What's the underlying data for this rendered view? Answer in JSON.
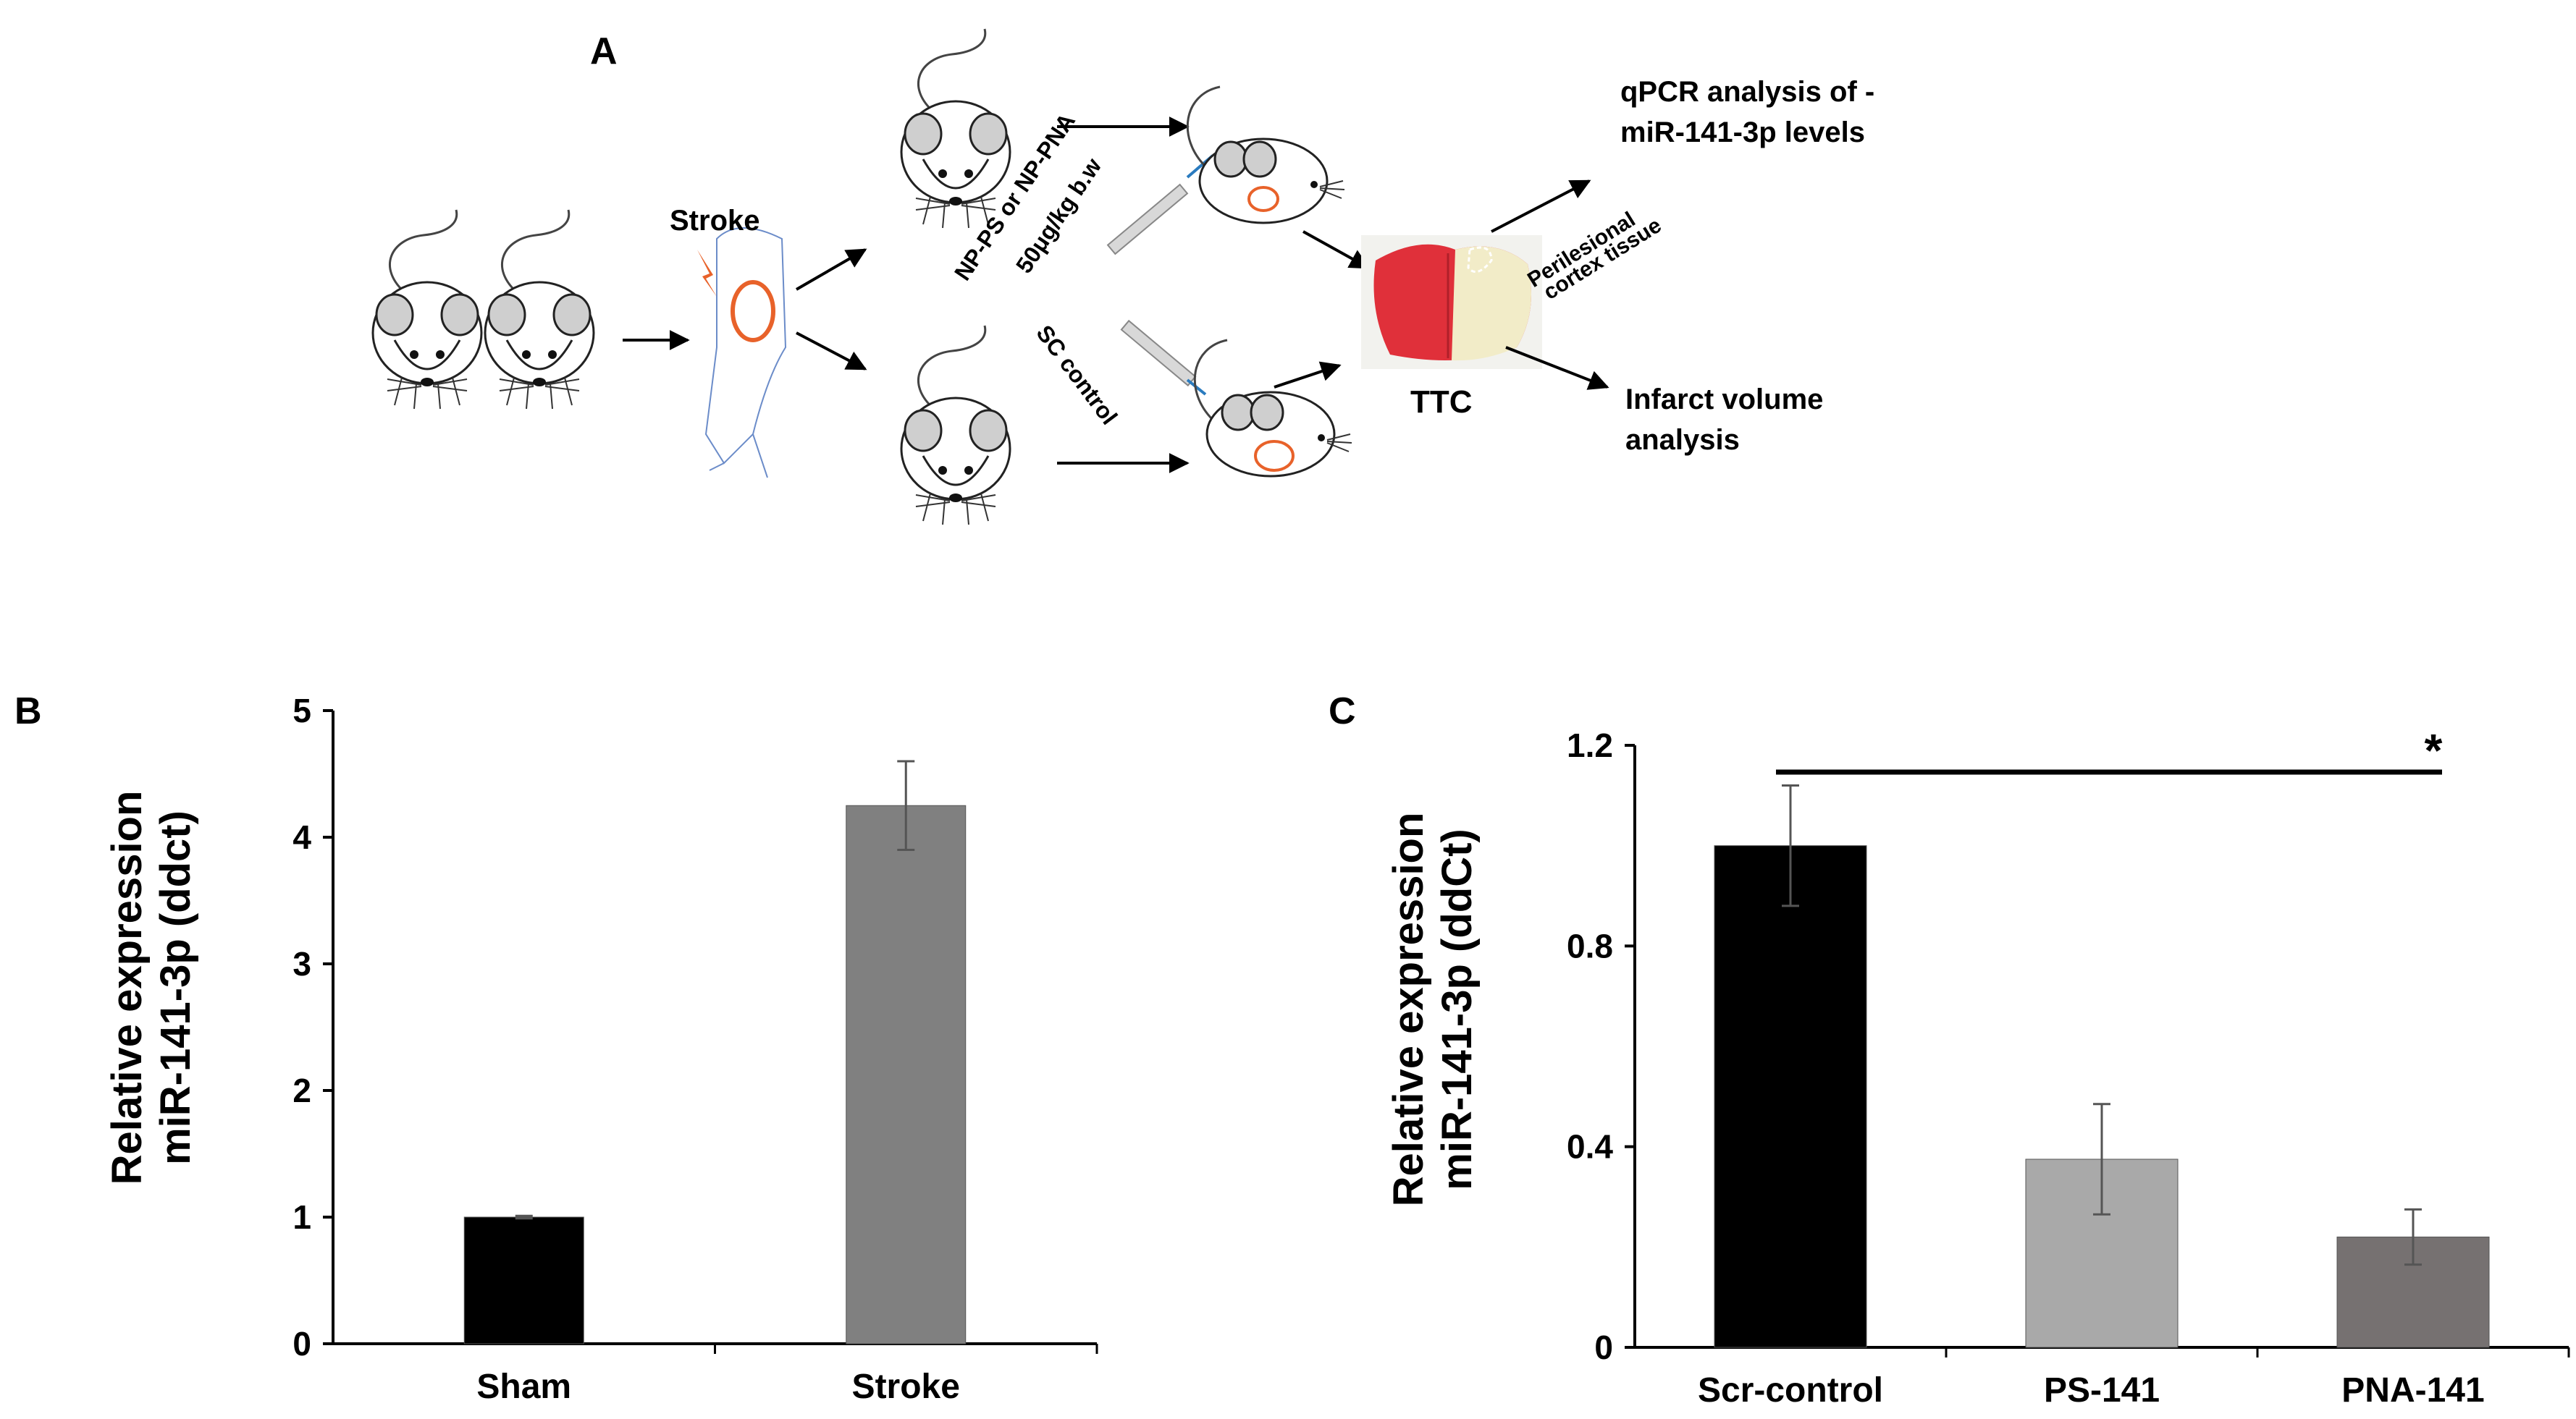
{
  "panel_labels": {
    "a": "A",
    "b": "B",
    "c": "C"
  },
  "schematic": {
    "stroke_label": "Stroke",
    "treatment_label_1": "NP-PS or NP-PNA",
    "treatment_label_2": "50μg/kg b.w",
    "control_label": "SC control",
    "ttc_label": "TTC",
    "perilesional_label_1": "Perilesional",
    "perilesional_label_2": "cortex tissue",
    "qpcr_label_1": "qPCR analysis of -",
    "qpcr_label_2": "miR-141-3p levels",
    "infarct_label_1": "Infarct volume",
    "infarct_label_2": "analysis"
  },
  "colors": {
    "sham_bar": "#000000",
    "stroke_bar": "#808080",
    "scr_bar": "#000000",
    "ps_bar": "#a9a9a9",
    "pna_bar": "#767171",
    "lesion": "#e8622a",
    "brain_red": "#e0303a",
    "brain_pale": "#f2ecc8"
  },
  "chart_data": [
    {
      "panel": "B",
      "type": "bar",
      "categories": [
        "Sham",
        "Stroke"
      ],
      "values": [
        1.0,
        4.25
      ],
      "errors": [
        0.01,
        0.35
      ],
      "ylabel": [
        "Relative expression",
        "miR-141-3p (ddct)"
      ],
      "ylim": [
        0,
        5
      ],
      "yticks": [
        "0",
        "1",
        "2",
        "3",
        "4",
        "5"
      ],
      "grid": false
    },
    {
      "panel": "C",
      "type": "bar",
      "categories": [
        "Scr-control",
        "PS-141",
        "PNA-141"
      ],
      "values": [
        1.0,
        0.375,
        0.22
      ],
      "errors": [
        0.12,
        0.11,
        0.055
      ],
      "ylabel": [
        "Relative expression",
        "miR-141-3p (ddCt)"
      ],
      "ylim": [
        0,
        1.2
      ],
      "yticks": [
        "0",
        "0.4",
        "0.8",
        "1.2"
      ],
      "significance": "*",
      "grid": false
    }
  ]
}
